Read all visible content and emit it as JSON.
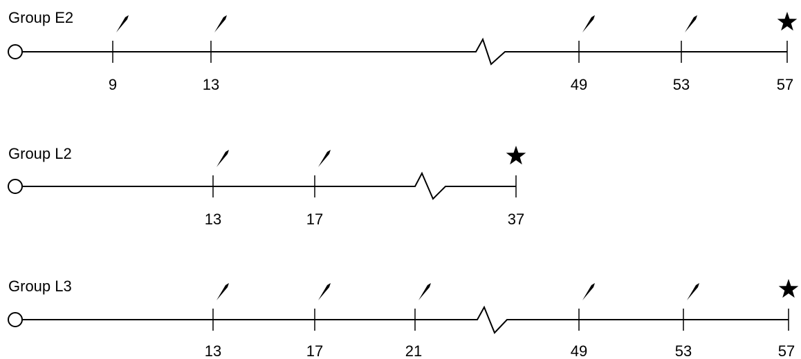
{
  "groups": [
    {
      "label": "Group E2",
      "ticks": [
        {
          "day": "9",
          "marker": "injection-icon"
        },
        {
          "day": "13",
          "marker": "injection-icon"
        },
        {
          "day": "49",
          "marker": "injection-icon"
        },
        {
          "day": "53",
          "marker": "injection-icon"
        },
        {
          "day": "57",
          "marker": "star-icon"
        }
      ]
    },
    {
      "label": "Group L2",
      "ticks": [
        {
          "day": "13",
          "marker": "injection-icon"
        },
        {
          "day": "17",
          "marker": "injection-icon"
        },
        {
          "day": "37",
          "marker": "star-icon"
        }
      ]
    },
    {
      "label": "Group L3",
      "ticks": [
        {
          "day": "13",
          "marker": "injection-icon"
        },
        {
          "day": "17",
          "marker": "injection-icon"
        },
        {
          "day": "21",
          "marker": "injection-icon"
        },
        {
          "day": "49",
          "marker": "injection-icon"
        },
        {
          "day": "53",
          "marker": "injection-icon"
        },
        {
          "day": "57",
          "marker": "star-icon"
        }
      ]
    }
  ],
  "colors": {
    "line": "#000000",
    "background": "#ffffff"
  }
}
